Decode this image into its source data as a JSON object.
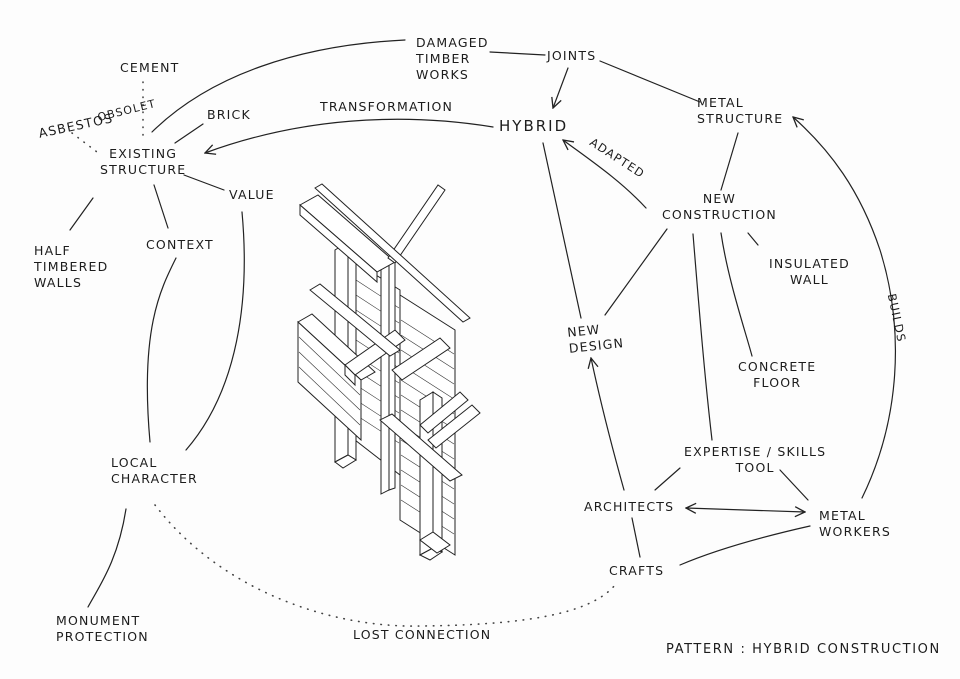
{
  "title": "Pattern : Hybrid Construction",
  "background_color": "#fdfdfd",
  "ink_color": "#1c1c1c",
  "nodes": {
    "existing_structure": "Existing\nStructure",
    "cement": "Cement",
    "obsolet": "Obsolet",
    "asbestos": "Asbestos",
    "brick": "Brick",
    "value": "Value",
    "context": "Context",
    "half_timbered_walls": "Half\nTimbered\nWalls",
    "local_character": "Local\nCharacter",
    "monument_protection": "Monument\nProtection",
    "damaged_timber_works": "Damaged\nTimber\nWorks",
    "joints": "Joints",
    "transformation": "Transformation",
    "hybrid": "Hybrid",
    "adapted": "Adapted",
    "metal_structure": "Metal\nStructure",
    "new_construction": "New\nConstruction",
    "insulated_wall": "Insulated\nWall",
    "new_design": "New\nDesign",
    "concrete_floor": "Concrete\nFloor",
    "expertise_skills_tool": "Expertise / Skills\nTool",
    "architects": "Architects",
    "metal_workers": "Metal\nWorkers",
    "crafts": "Crafts",
    "builds": "Builds",
    "lost_connection": "Lost Connection"
  },
  "edges": [
    {
      "from": "Existing Structure",
      "to": "Cement",
      "style": "dotted"
    },
    {
      "from": "Existing Structure",
      "to": "Asbestos",
      "style": "dotted"
    },
    {
      "from": "Existing Structure",
      "to": "Brick",
      "style": "solid"
    },
    {
      "from": "Existing Structure",
      "to": "Damaged Timber Works",
      "style": "solid"
    },
    {
      "from": "Existing Structure",
      "to": "Value",
      "style": "solid"
    },
    {
      "from": "Existing Structure",
      "to": "Context",
      "style": "solid"
    },
    {
      "from": "Existing Structure",
      "to": "Half Timbered Walls",
      "style": "solid"
    },
    {
      "from": "Hybrid",
      "to": "Existing Structure",
      "style": "arrow",
      "label": "Transformation"
    },
    {
      "from": "Damaged Timber Works",
      "to": "Joints",
      "style": "solid"
    },
    {
      "from": "Joints",
      "to": "Hybrid",
      "style": "arrow"
    },
    {
      "from": "Joints",
      "to": "Metal Structure",
      "style": "solid"
    },
    {
      "from": "New Construction",
      "to": "Hybrid",
      "style": "arrow",
      "label": "Adapted"
    },
    {
      "from": "Metal Structure",
      "to": "New Construction",
      "style": "solid"
    },
    {
      "from": "Hybrid",
      "to": "New Design",
      "style": "solid"
    },
    {
      "from": "New Construction",
      "to": "New Design",
      "style": "solid"
    },
    {
      "from": "New Construction",
      "to": "Insulated Wall",
      "style": "solid"
    },
    {
      "from": "New Construction",
      "to": "Concrete Floor",
      "style": "solid"
    },
    {
      "from": "New Construction",
      "to": "Expertise / Skills Tool",
      "style": "solid"
    },
    {
      "from": "Architects",
      "to": "New Design",
      "style": "arrow"
    },
    {
      "from": "Architects",
      "to": "Metal Workers",
      "style": "double-arrow"
    },
    {
      "from": "Expertise / Skills Tool",
      "to": "Architects",
      "style": "solid"
    },
    {
      "from": "Expertise / Skills Tool",
      "to": "Metal Workers",
      "style": "solid"
    },
    {
      "from": "Metal Workers",
      "to": "Metal Structure",
      "style": "arrow",
      "label": "Builds"
    },
    {
      "from": "Architects",
      "to": "Crafts",
      "style": "solid"
    },
    {
      "from": "Crafts",
      "to": "Metal Workers",
      "style": "solid"
    },
    {
      "from": "Context",
      "to": "Local Character",
      "style": "solid"
    },
    {
      "from": "Value",
      "to": "Local Character",
      "style": "solid"
    },
    {
      "from": "Local Character",
      "to": "Monument Protection",
      "style": "solid"
    },
    {
      "from": "Local Character",
      "to": "Crafts",
      "style": "dotted",
      "label": "Lost Connection"
    }
  ],
  "illustration": "isometric-hybrid-timber-steel-frame"
}
